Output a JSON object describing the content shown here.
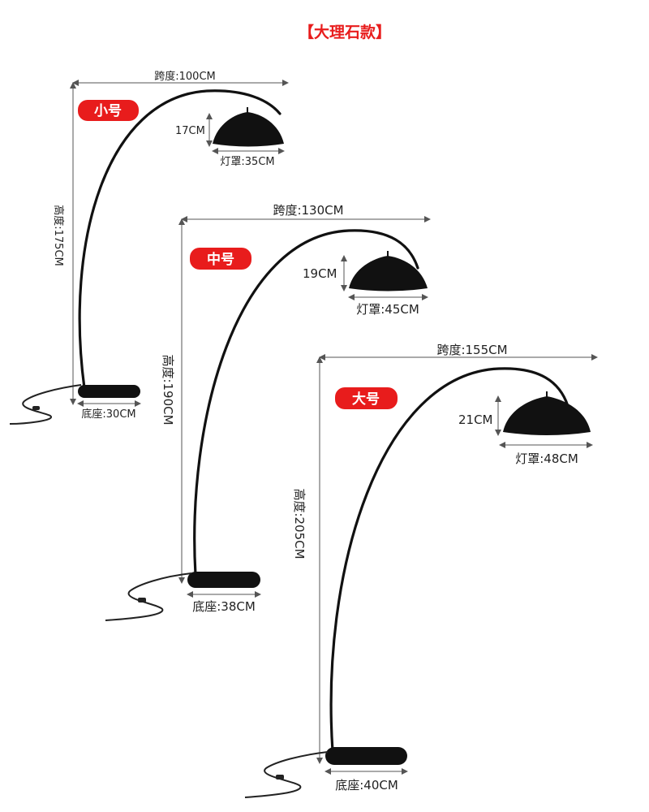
{
  "title": "【大理石款】",
  "accent_color": "#e81c1c",
  "lamps": [
    {
      "size_label": "小号",
      "span": "跨度:100CM",
      "height": "高度:175CM",
      "shade_height": "17CM",
      "shade_width": "灯罩:35CM",
      "base": "底座:30CM"
    },
    {
      "size_label": "中号",
      "span": "跨度:130CM",
      "height": "高度:190CM",
      "shade_height": "19CM",
      "shade_width": "灯罩:45CM",
      "base": "底座:38CM"
    },
    {
      "size_label": "大号",
      "span": "跨度:155CM",
      "height": "高度:205CM",
      "shade_height": "21CM",
      "shade_width": "灯罩:48CM",
      "base": "底座:40CM"
    }
  ]
}
